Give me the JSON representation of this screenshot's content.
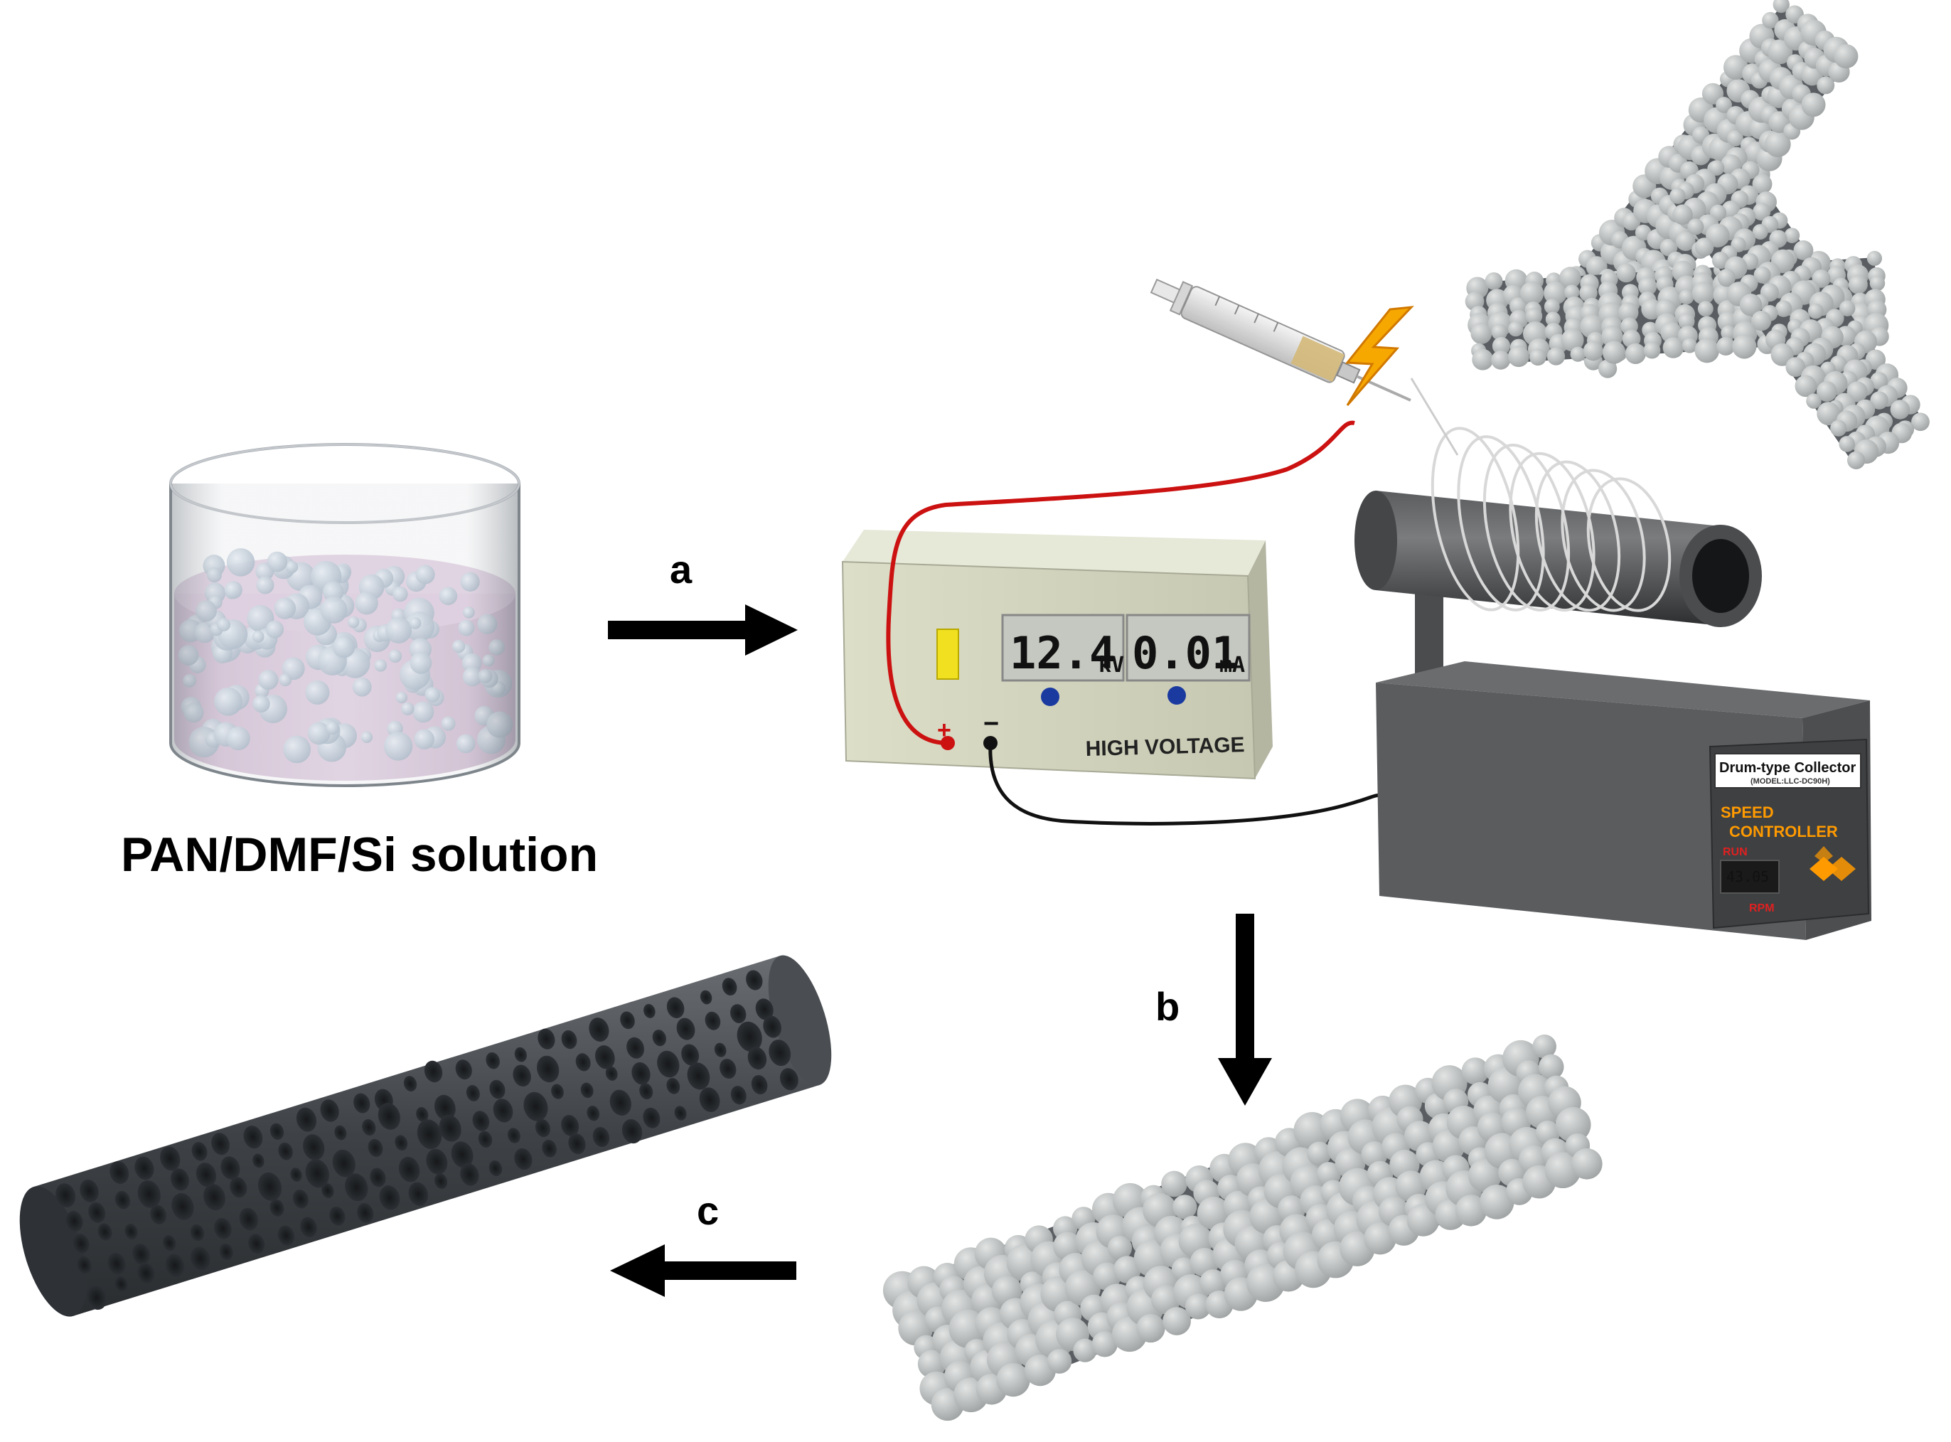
{
  "steps": {
    "a": "a",
    "b": "b",
    "c": "c"
  },
  "solution_label": "PAN/DMF/Si solution",
  "power_supply": {
    "voltage_value": "12.4",
    "voltage_unit": "kV",
    "current_value": "0.01",
    "current_unit": "mA",
    "panel_label": "HIGH VOLTAGE",
    "plus_terminal": "+",
    "minus_terminal": "−"
  },
  "collector": {
    "name": "Drum-type Collector",
    "model": "(MODEL:LLC-DC90H)",
    "controller_line1": "SPEED",
    "controller_line2": "CONTROLLER",
    "run_label": "RUN",
    "speed_value": "43.05",
    "speed_unit": "RPM"
  },
  "colors": {
    "arrow": "#000000",
    "positive_wire": "#cc1111",
    "negative_wire": "#111111",
    "solution": "#c8a9c8",
    "particle": "#a8b8c8",
    "fiber_light": "#b8bcbc",
    "fiber_dark": "#4a4e52",
    "device_body": "#d6d8c8",
    "collector_body": "#5a5c5e",
    "plate_accent": "#ff9a00",
    "display_red": "#e02020"
  },
  "icons": [
    "lightning-icon",
    "syringe-icon",
    "drum-collector-icon",
    "beaker-icon",
    "fiber-icon"
  ]
}
